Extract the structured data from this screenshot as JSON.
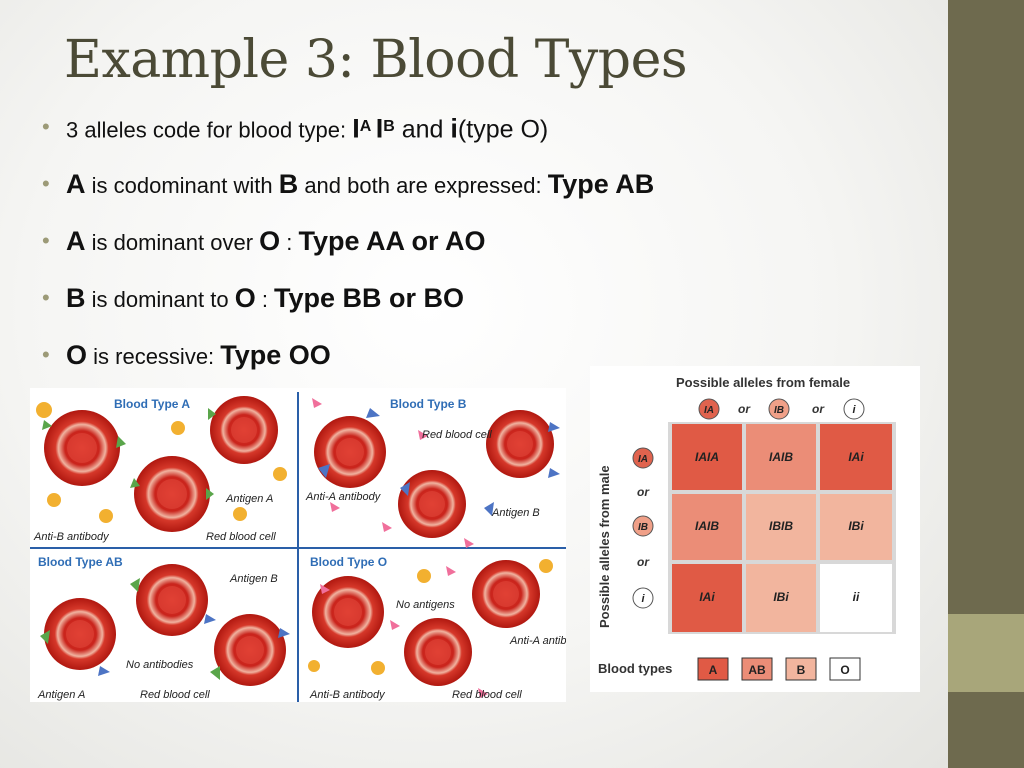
{
  "slide": {
    "title": "Example 3: Blood Types",
    "bullets": [
      {
        "parts": [
          "3 alleles code for blood type: ",
          "I",
          "A",
          "I",
          "B",
          " and ",
          "i",
          "(type O)"
        ]
      },
      {
        "parts": [
          "A",
          " is codominant with ",
          "B",
          " and both are expressed: ",
          "Type AB"
        ]
      },
      {
        "parts": [
          "A",
          " is dominant over ",
          "O",
          " : ",
          "Type AA or AO"
        ]
      },
      {
        "parts": [
          "B",
          " is dominant to ",
          "O",
          " : ",
          "Type BB or BO"
        ]
      },
      {
        "parts": [
          "O",
          " is recessive: ",
          "Type OO"
        ]
      }
    ]
  },
  "cells_figure": {
    "panels": [
      {
        "title": "Blood Type A",
        "labels": [
          "Antigen A",
          "Anti-B antibody",
          "Red blood cell"
        ]
      },
      {
        "title": "Blood Type B",
        "labels": [
          "Red blood cell",
          "Anti-A antibody",
          "Antigen B"
        ]
      },
      {
        "title": "Blood Type AB",
        "labels": [
          "Antigen B",
          "No antibodies",
          "Antigen A",
          "Red blood cell"
        ]
      },
      {
        "title": "Blood Type O",
        "labels": [
          "No antigens",
          "Anti-A antibody",
          "Anti-B antibody",
          "Red blood cell"
        ]
      }
    ]
  },
  "punnett": {
    "female_label": "Possible alleles from female",
    "male_label": "Possible alleles from male",
    "alleles": [
      "IA",
      "IB",
      "i"
    ],
    "or": "or",
    "grid": [
      [
        "IAIA",
        "IAIB",
        "IAi"
      ],
      [
        "IAIB",
        "IBIB",
        "IBi"
      ],
      [
        "IAi",
        "IBi",
        "ii"
      ]
    ],
    "legend_label": "Blood types",
    "legend": [
      "A",
      "AB",
      "B",
      "O"
    ],
    "colors": {
      "A": "#e05a45",
      "AB": "#eb8d77",
      "B": "#f2b59e",
      "O": "#ffffff"
    }
  }
}
